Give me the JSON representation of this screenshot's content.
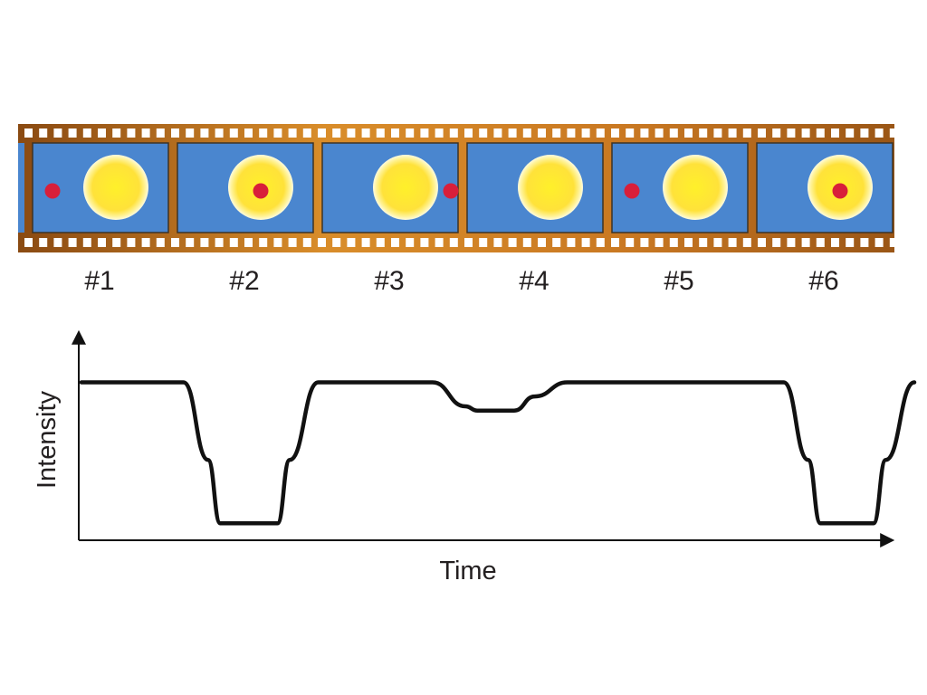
{
  "film_strip": {
    "frames": [
      {
        "label": "#1",
        "planet_position": "left",
        "star_color": "#fff033"
      },
      {
        "label": "#2",
        "planet_position": "center",
        "star_color": "#fff033"
      },
      {
        "label": "#3",
        "planet_position": "right",
        "star_color": "#fff033"
      },
      {
        "label": "#4",
        "planet_position": "hidden",
        "star_color": "#fff033"
      },
      {
        "label": "#5",
        "planet_position": "left",
        "star_color": "#fff033"
      },
      {
        "label": "#6",
        "planet_position": "center",
        "star_color": "#fff033"
      }
    ],
    "frame_background": "#4a86cf",
    "film_color": "#c97d22",
    "planet_color": "#d81f3a"
  },
  "plot": {
    "y_axis_label": "Intensity",
    "x_axis_label": "Time",
    "curve_color": "#111111"
  },
  "chart_data": {
    "type": "line",
    "title": "",
    "xlabel": "Time",
    "ylabel": "Intensity",
    "x": [
      0,
      12.5,
      15.5,
      17,
      24,
      25.5,
      29,
      43,
      47,
      48.5,
      53,
      55.5,
      59.5,
      86,
      89,
      90.5,
      97,
      98.5,
      102
    ],
    "series": [
      {
        "values": [
          1.0,
          1.0,
          0.45,
          0.0,
          0.0,
          0.45,
          1.0,
          1.0,
          0.83,
          0.8,
          0.8,
          0.9,
          1.0,
          1.0,
          0.45,
          0.0,
          0.0,
          0.45,
          1.0
        ]
      }
    ],
    "xlim": [
      0,
      102
    ],
    "ylim": [
      -0.12,
      1.35
    ],
    "grid": false,
    "legend": "none"
  }
}
